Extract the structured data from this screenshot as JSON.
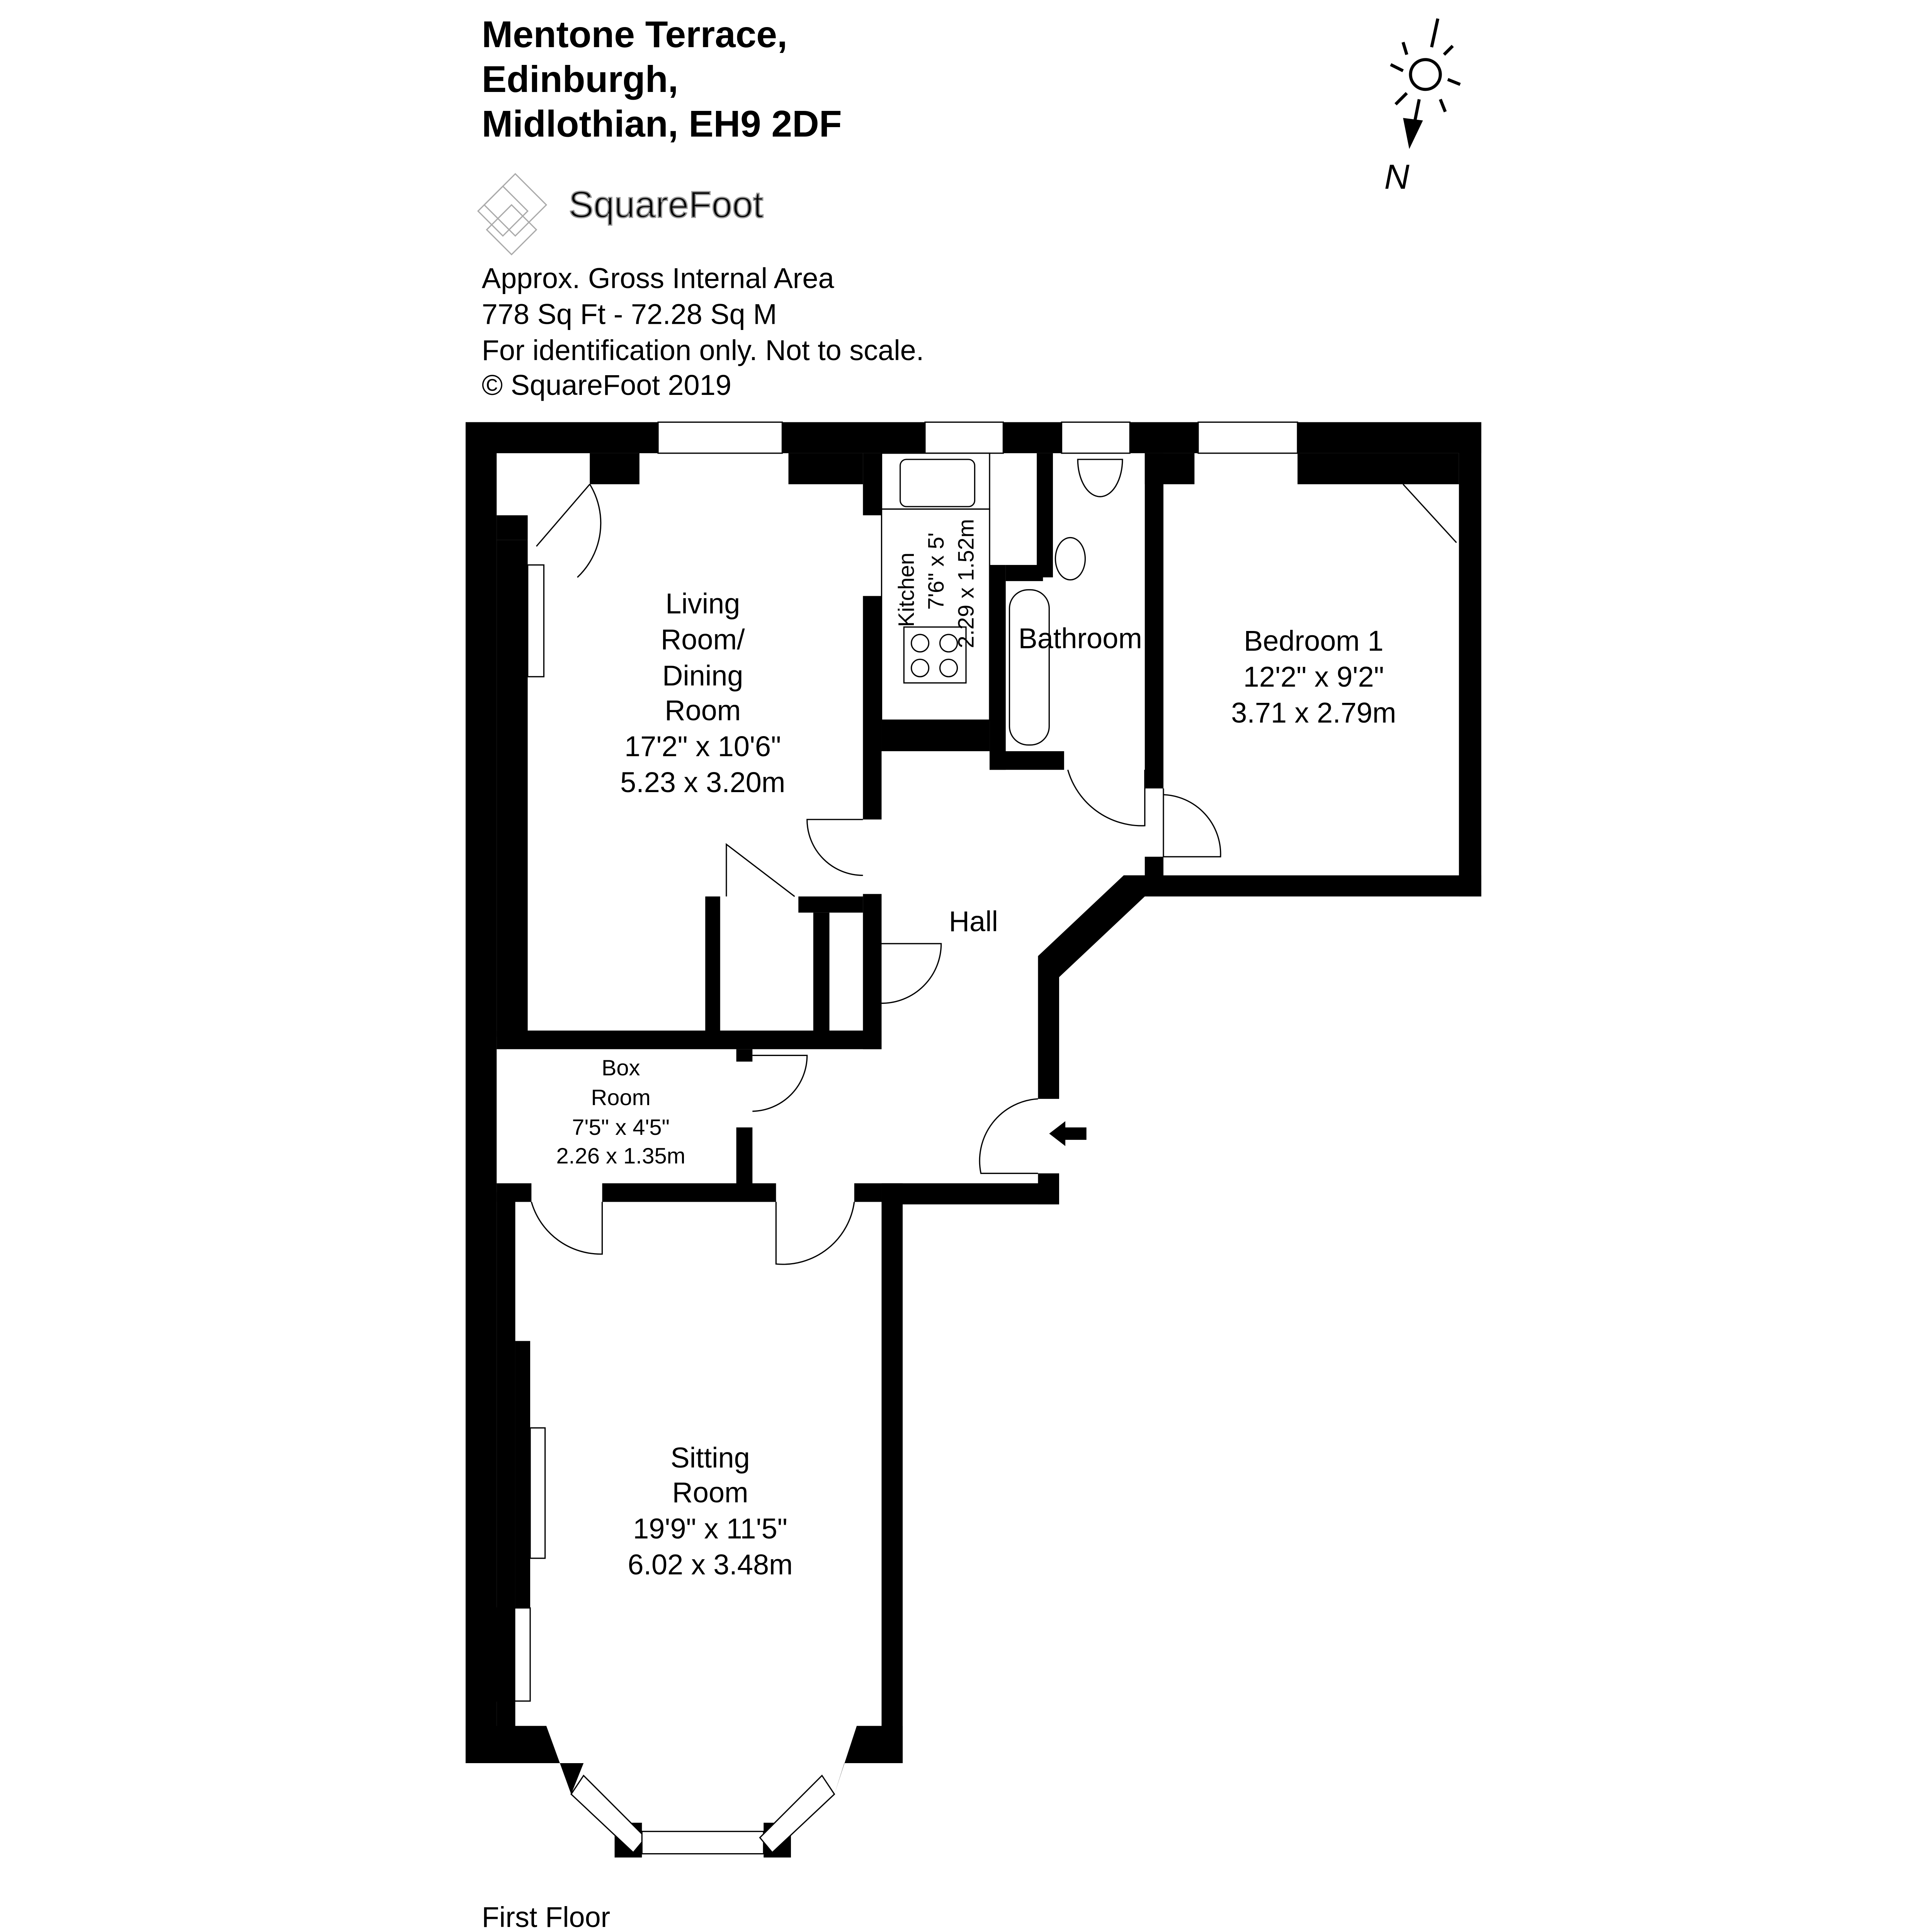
{
  "header": {
    "address_lines": [
      "Mentone Terrace,",
      "Edinburgh,",
      "Midlothian, EH9 2DF"
    ],
    "logo_text": "SquareFoot",
    "info_lines": [
      "Approx. Gross Internal Area",
      "778 Sq Ft  -  72.28 Sq M",
      "For identification only. Not to scale.",
      "© SquareFoot 2019"
    ]
  },
  "compass": {
    "label": "N"
  },
  "rooms": {
    "living": {
      "lines": [
        "Living",
        "Room/",
        "Dining",
        "Room"
      ],
      "imperial": "17'2\" x 10'6\"",
      "metric": "5.23 x 3.20m"
    },
    "kitchen": {
      "name": "Kitchen",
      "imperial": "7'6\" x 5'",
      "metric": "2.29 x 1.52m"
    },
    "bathroom": {
      "name": "Bathroom"
    },
    "bedroom": {
      "name": "Bedroom 1",
      "imperial": "12'2\" x 9'2\"",
      "metric": "3.71 x 2.79m"
    },
    "hall": {
      "name": "Hall"
    },
    "box": {
      "lines": [
        "Box",
        "Room"
      ],
      "imperial": "7'5\" x 4'5\"",
      "metric": "2.26 x 1.35m"
    },
    "sitting": {
      "lines": [
        "Sitting",
        "Room"
      ],
      "imperial": "19'9\" x 11'5\"",
      "metric": "6.02 x 3.48m"
    }
  },
  "floor_label": "First Floor"
}
